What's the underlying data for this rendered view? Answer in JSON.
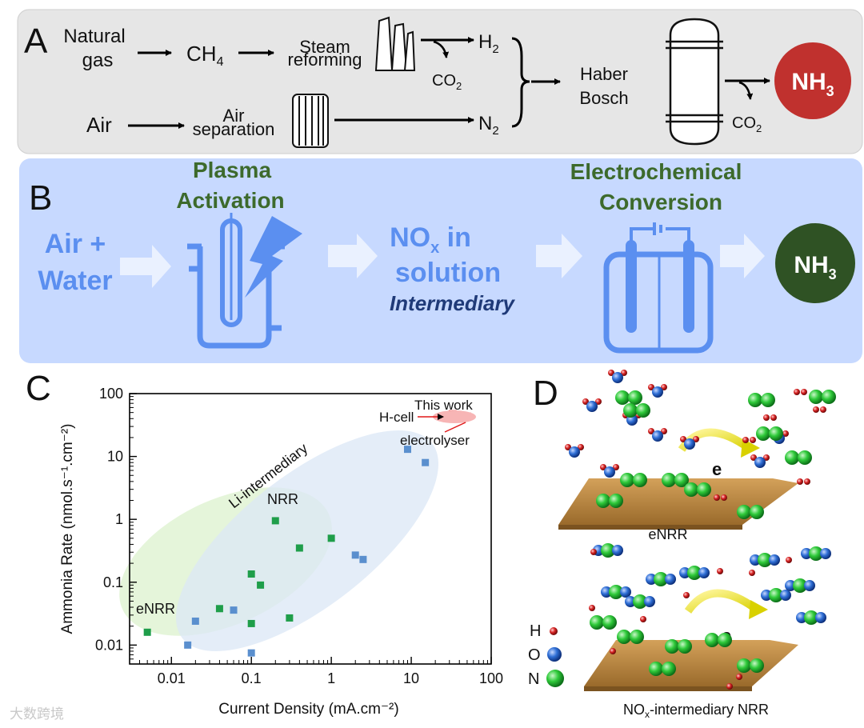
{
  "panel_a": {
    "letter": "A",
    "natural_gas": [
      "Natural",
      "gas"
    ],
    "ch4": "CH",
    "ch4_sub": "4",
    "steam_reforming": [
      "Steam",
      "reforming"
    ],
    "h2": "H",
    "h2_sub": "2",
    "co2": "CO",
    "co2_sub": "2",
    "air": "Air",
    "air_separation": [
      "Air",
      "separation"
    ],
    "n2": "N",
    "n2_sub": "2",
    "haber_bosch": [
      "Haber",
      "Bosch"
    ],
    "nh3": "NH",
    "nh3_sub": "3",
    "nh3_color": "#c0312e"
  },
  "panel_b": {
    "letter": "B",
    "air_water": [
      "Air +",
      "Water"
    ],
    "plasma_title": [
      "Plasma",
      "Activation"
    ],
    "nox": [
      "NO",
      "x",
      " in"
    ],
    "solution": "solution",
    "intermediary": "Intermediary",
    "electro_title": [
      "Electrochemical",
      "Conversion"
    ],
    "nh3": "NH",
    "nh3_sub": "3",
    "accent_light": "#5b8ff0",
    "accent_green": "#3d6a2c",
    "nh3_color": "#2f5224"
  },
  "panel_c": {
    "letter": "C",
    "label_li": [
      "Li-intermediary",
      "NRR"
    ],
    "label_enrr": "eNRR",
    "label_this_work": "This work",
    "label_hcell": "H-cell",
    "label_electrolyser": "electrolyser"
  },
  "chart_data": {
    "type": "scatter",
    "xlabel": "Current Density (mA.cm⁻²)",
    "ylabel": "Ammonia Rate (nmol.s⁻¹.cm⁻²)",
    "xscale": "log",
    "yscale": "log",
    "xlim": [
      0.003,
      100
    ],
    "ylim": [
      0.005,
      100
    ],
    "x_ticks": [
      "0.01",
      "0.1",
      "1",
      "10",
      "100"
    ],
    "y_ticks": [
      "0.01",
      "0.1",
      "1",
      "10",
      "100"
    ],
    "series": [
      {
        "name": "eNRR",
        "color": "#1f9e4a",
        "points": [
          [
            0.005,
            0.016
          ],
          [
            0.04,
            0.038
          ],
          [
            0.1,
            0.022
          ],
          [
            0.1,
            0.135
          ],
          [
            0.13,
            0.09
          ],
          [
            0.2,
            0.95
          ],
          [
            0.3,
            0.027
          ],
          [
            0.4,
            0.35
          ],
          [
            1.0,
            0.5
          ]
        ]
      },
      {
        "name": "Li-intermediary NRR",
        "color": "#5a8fce",
        "points": [
          [
            0.016,
            0.01
          ],
          [
            0.02,
            0.024
          ],
          [
            0.06,
            0.036
          ],
          [
            0.1,
            0.0075
          ],
          [
            2.0,
            0.27
          ],
          [
            2.5,
            0.23
          ],
          [
            9.0,
            13
          ],
          [
            15,
            8
          ]
        ]
      },
      {
        "name": "This work",
        "color": "#e01919",
        "points": [
          [
            33,
            47
          ],
          [
            50,
            43
          ]
        ]
      }
    ]
  },
  "panel_d": {
    "letter": "D",
    "enrr": "eNRR",
    "nox_nrr": [
      "NO",
      "x",
      "-intermediary NRR"
    ],
    "legend_h": "H",
    "legend_o": "O",
    "legend_n": "N",
    "e_label": "e"
  },
  "watermark": "大数跨境"
}
